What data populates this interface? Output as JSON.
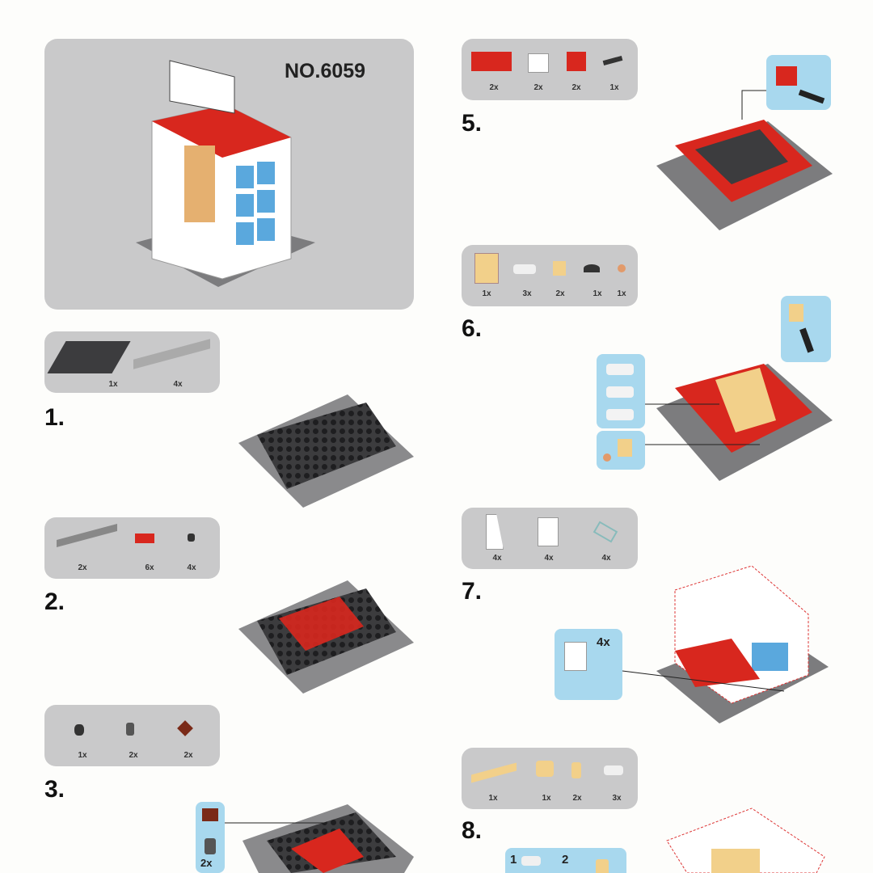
{
  "cover": {
    "model_number": "NO.6059"
  },
  "steps": [
    {
      "number": "1.",
      "parts": [
        "1x",
        "4x"
      ]
    },
    {
      "number": "2.",
      "parts": [
        "2x",
        "6x",
        "4x"
      ]
    },
    {
      "number": "3.",
      "parts": [
        "1x",
        "2x",
        "2x"
      ],
      "callout_count": "2x"
    },
    {
      "number": "5.",
      "parts": [
        "2x",
        "2x",
        "2x",
        "1x"
      ]
    },
    {
      "number": "6.",
      "parts": [
        "1x",
        "3x",
        "2x",
        "1x",
        "1x"
      ]
    },
    {
      "number": "7.",
      "parts": [
        "4x",
        "4x",
        "4x"
      ],
      "callout_count": "4x"
    },
    {
      "number": "8.",
      "parts": [
        "1x",
        "1x",
        "2x",
        "3x"
      ],
      "callout_substeps": [
        "1",
        "2"
      ]
    }
  ],
  "colors": {
    "panel": "#c9c9ca",
    "callout": "#a8d8ee",
    "red": "#d8271e",
    "tan": "#f2d08a"
  }
}
